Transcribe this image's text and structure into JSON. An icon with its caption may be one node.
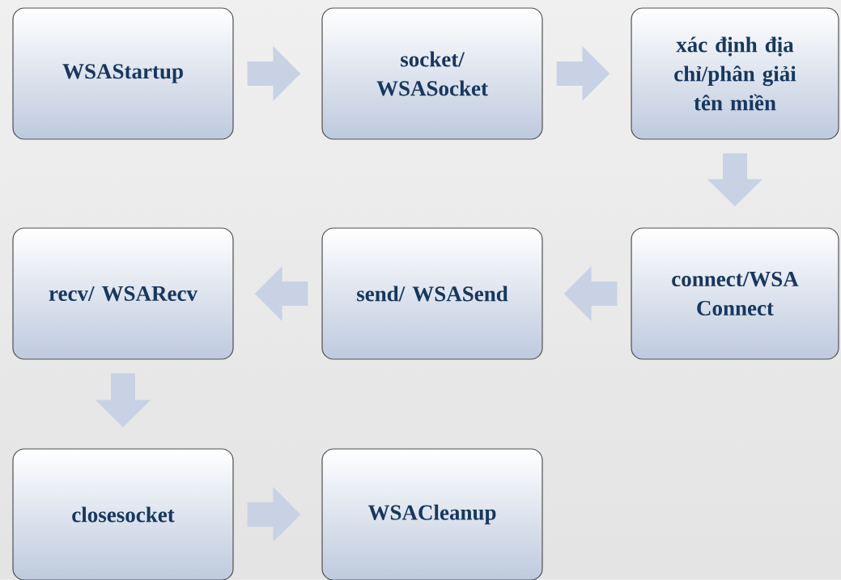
{
  "diagram": {
    "nodes": [
      {
        "text": [
          "WSAStartup"
        ]
      },
      {
        "text": [
          "socket/ WSASocket"
        ]
      },
      {
        "text": [
          "xác định địa chỉ/phân giải tên miền"
        ]
      },
      {
        "text": [
          "connect/WSA Connect"
        ]
      },
      {
        "text": [
          "send/ WSASend"
        ]
      },
      {
        "text": [
          "recv/ WSARecv"
        ]
      },
      {
        "text": [
          "closesocket"
        ]
      },
      {
        "text": [
          "WSACleanup"
        ]
      }
    ],
    "edges": [
      {
        "from": 0,
        "to": 1,
        "arrow": "to"
      },
      {
        "from": 1,
        "to": 2,
        "arrow": "to"
      },
      {
        "from": 2,
        "to": 3,
        "arrow": "to"
      },
      {
        "from": 3,
        "to": 4,
        "arrow": "to"
      },
      {
        "from": 4,
        "to": 5,
        "arrow": "to"
      },
      {
        "from": 5,
        "to": 6,
        "arrow": "to"
      },
      {
        "from": 6,
        "to": 7,
        "arrow": "to"
      }
    ]
  }
}
